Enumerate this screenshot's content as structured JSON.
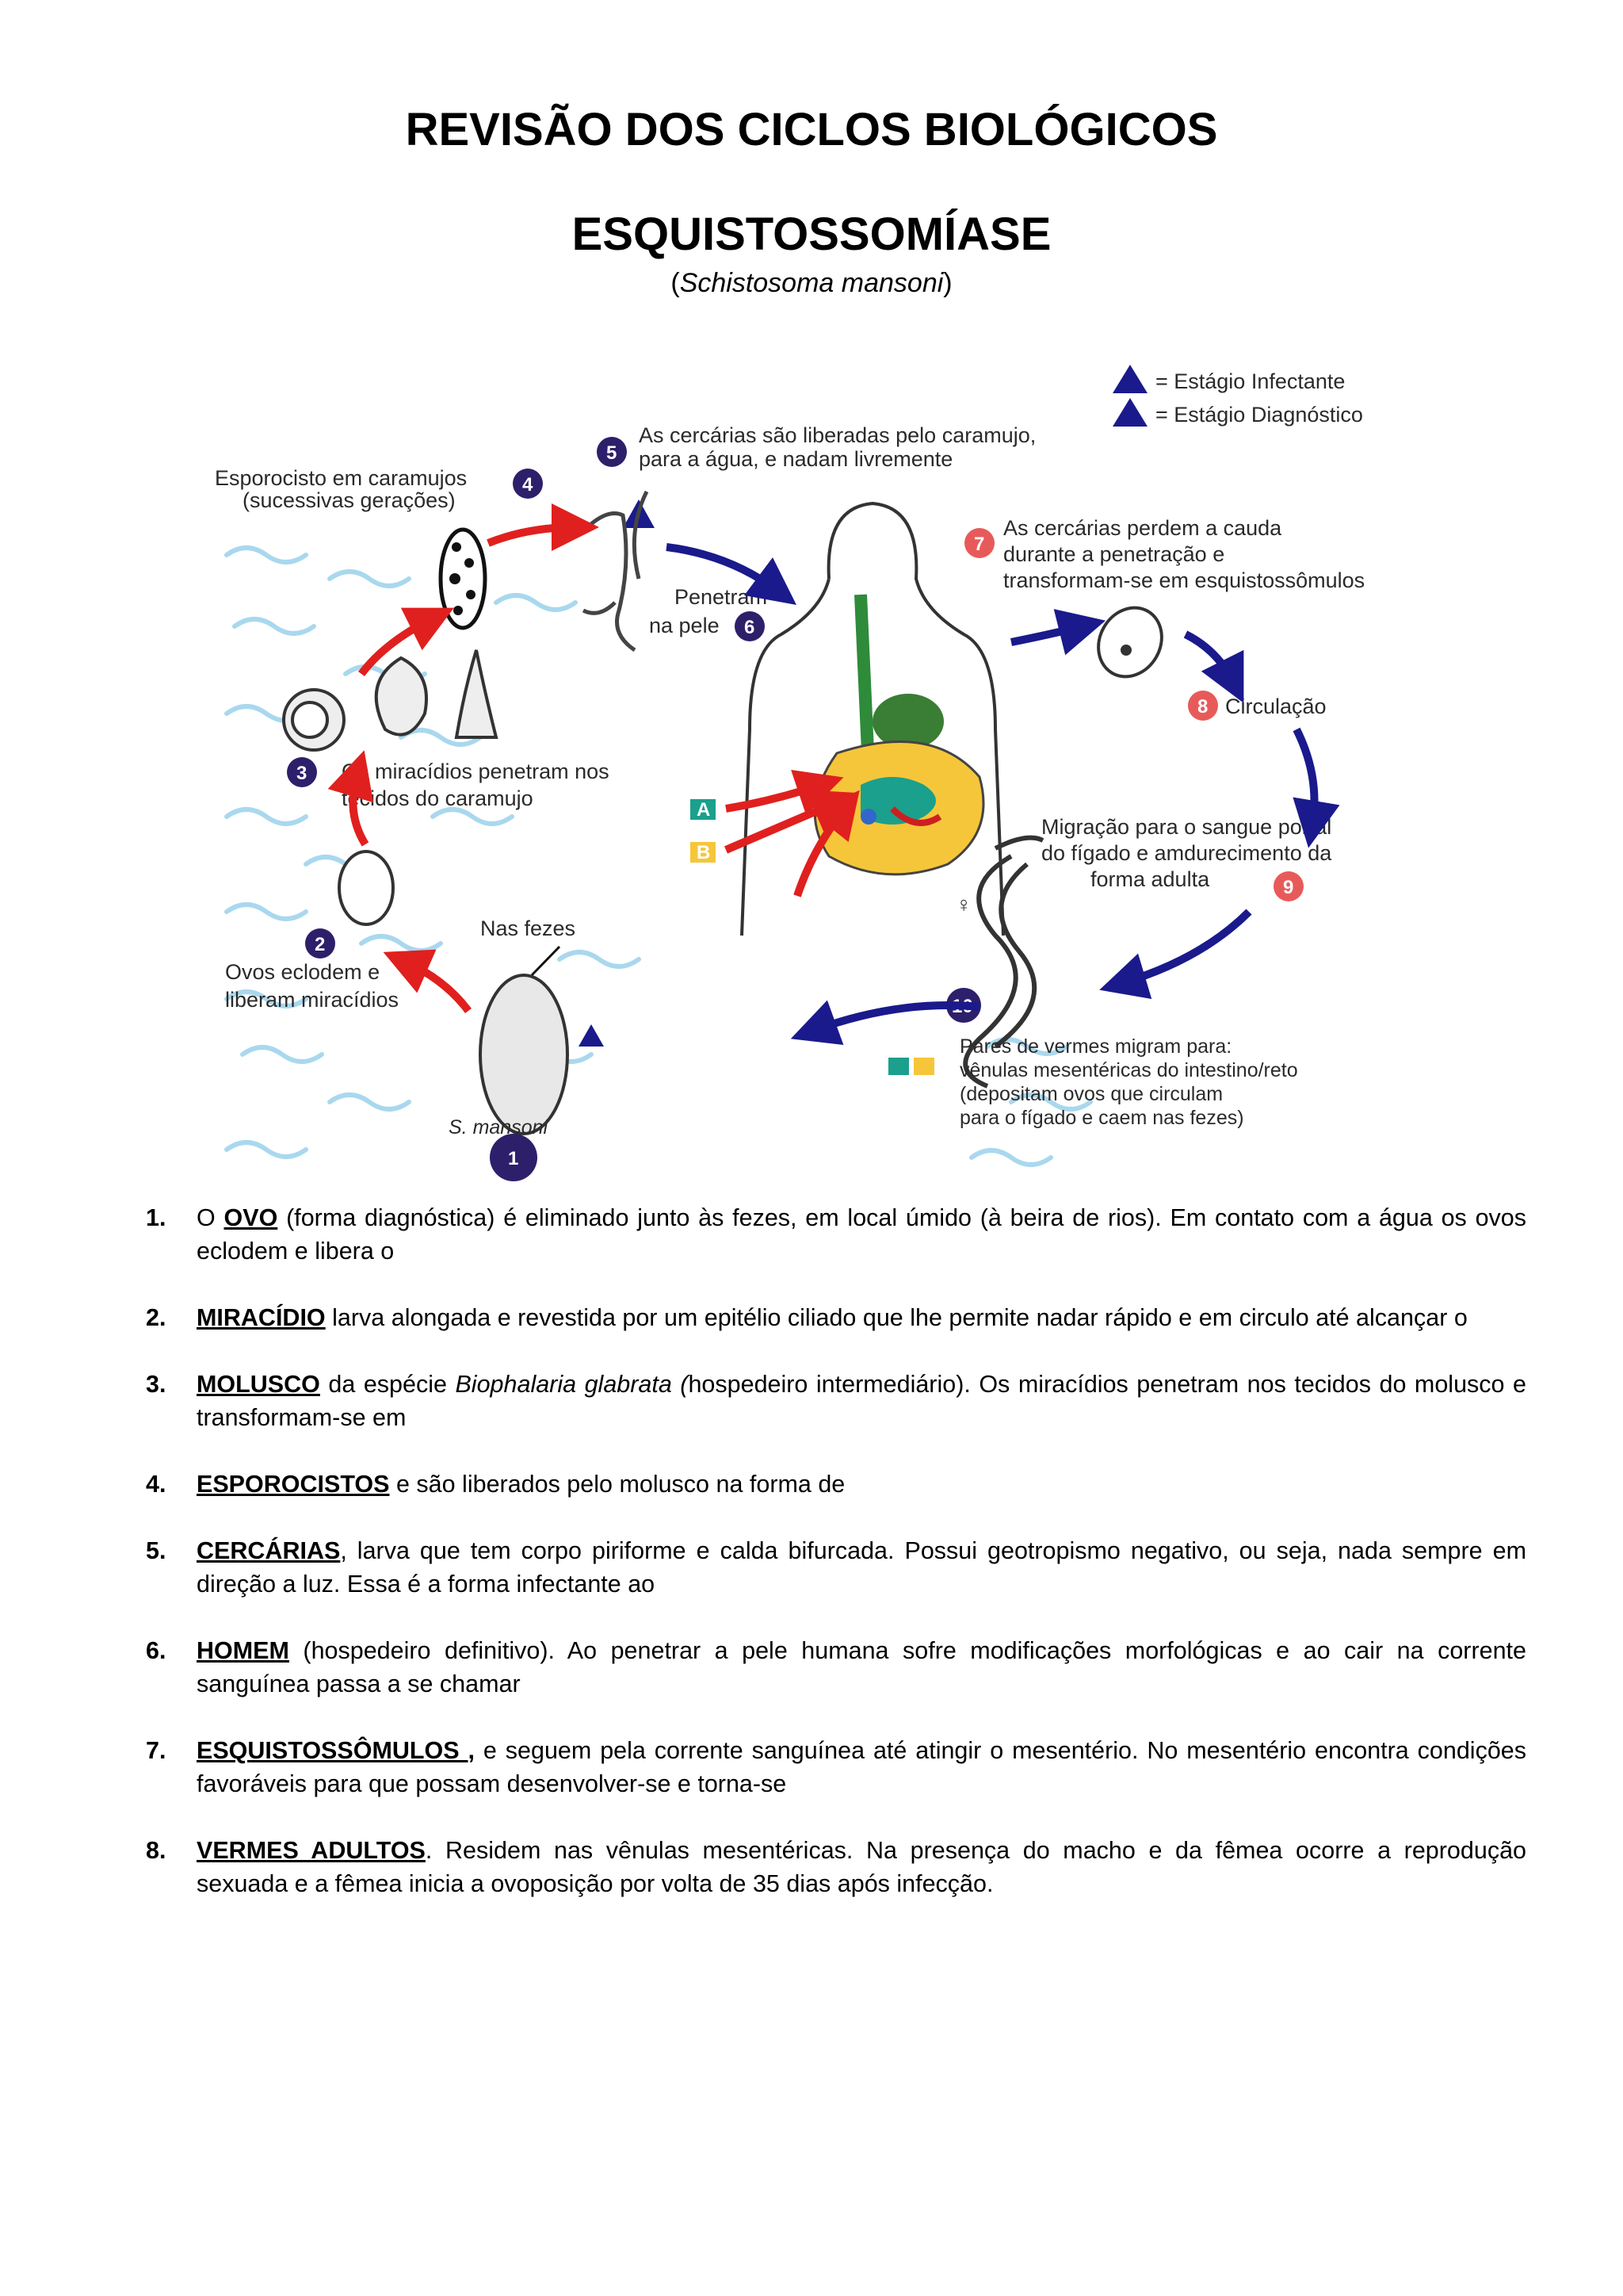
{
  "header": {
    "title": "REVISÃO DOS CICLOS BIOLÓGICOS",
    "subtitle": "ESQUISTOSSOMÍASE",
    "species": "Schistosoma mansoni"
  },
  "figure": {
    "legend_infectante": "= Estágio Infectante",
    "legend_diagnostico": "= Estágio Diagnóstico",
    "step1_label": "S. mansoni",
    "step2_text": [
      "Ovos eclodem e",
      "liberam miracídios"
    ],
    "step3_text": [
      "Os miracídios penetram nos",
      "tecidos do caramujo"
    ],
    "step4_text": [
      "Esporocisto em caramujos",
      "(sucessivas gerações)"
    ],
    "step5_text": [
      "As cercárias são liberadas pelo caramujo,",
      "para a água, e nadam livremente"
    ],
    "step6_text": [
      "Penetram",
      "na pele"
    ],
    "step7_text": [
      "As cercárias perdem a cauda",
      "durante a penetração e",
      "transformam-se em esquistossômulos"
    ],
    "step8_text": "Circulação",
    "step9_text": [
      "Migração para o sangue portal",
      "do fígado e amdurecimento da",
      "forma adulta"
    ],
    "step10_text": [
      "Pares de vermes migram para:",
      "vênulas mesentéricas do intestino/reto",
      "(depositam ovos que circulam",
      "para o fígado e caem nas fezes)"
    ],
    "nas_fezes": "Nas fezes",
    "badge_a": "A",
    "badge_b": "B",
    "numbers": [
      "1",
      "2",
      "3",
      "4",
      "5",
      "6",
      "7",
      "8",
      "9",
      "10"
    ],
    "colors": {
      "dark_circle": "#2e1f6b",
      "red_circle": "#e85a5a",
      "arrow_red": "#e0201e",
      "arrow_blue": "#1a1a8c",
      "water": "#a9d8ee"
    }
  },
  "items": [
    {
      "num": "1.",
      "pre": "O ",
      "kw": "OVO",
      "post": " (forma diagnóstica) é eliminado junto às fezes, em local úmido (à beira de rios). Em contato com a água os ovos eclodem e libera o"
    },
    {
      "num": "2.",
      "pre": "",
      "kw": "MIRACÍDIO",
      "post": " larva alongada e revestida por um epitélio ciliado que lhe permite nadar rápido e em circulo até alcançar o"
    },
    {
      "num": "3.",
      "pre": "",
      "kw": "MOLUSCO",
      "post_a": " da espécie ",
      "italic": "Biophalaria glabrata (",
      "post": "hospedeiro intermediário). Os miracídios penetram nos tecidos do molusco e transformam-se em"
    },
    {
      "num": "4.",
      "pre": "",
      "kw": "ESPOROCISTOS",
      "post": " e são liberados pelo molusco na forma de"
    },
    {
      "num": "5.",
      "pre": "",
      "kw": "CERCÁRIAS",
      "post": ", larva que tem corpo piriforme e calda bifurcada. Possui geotropismo negativo, ou seja, nada sempre em direção a luz.  Essa é a forma infectante ao"
    },
    {
      "num": "6.",
      "pre": "",
      "kw": "HOMEM",
      "post": " (hospedeiro definitivo). Ao penetrar a pele humana sofre modificações morfológicas e ao cair na corrente sanguínea passa a se chamar"
    },
    {
      "num": "7.",
      "pre": "",
      "kw": "ESQUISTOSSÔMULOS ",
      "post_bold": ",",
      "post": " e seguem pela corrente sanguínea até atingir o mesentério. No mesentério encontra condições favoráveis para que possam desenvolver-se e torna-se"
    },
    {
      "num": "8.",
      "pre": "",
      "kw": "VERMES ADULTOS",
      "post": ". Residem nas vênulas mesentéricas. Na presença do macho e da fêmea ocorre a reprodução sexuada e a fêmea inicia a ovoposição por volta de 35 dias após infecção."
    }
  ]
}
